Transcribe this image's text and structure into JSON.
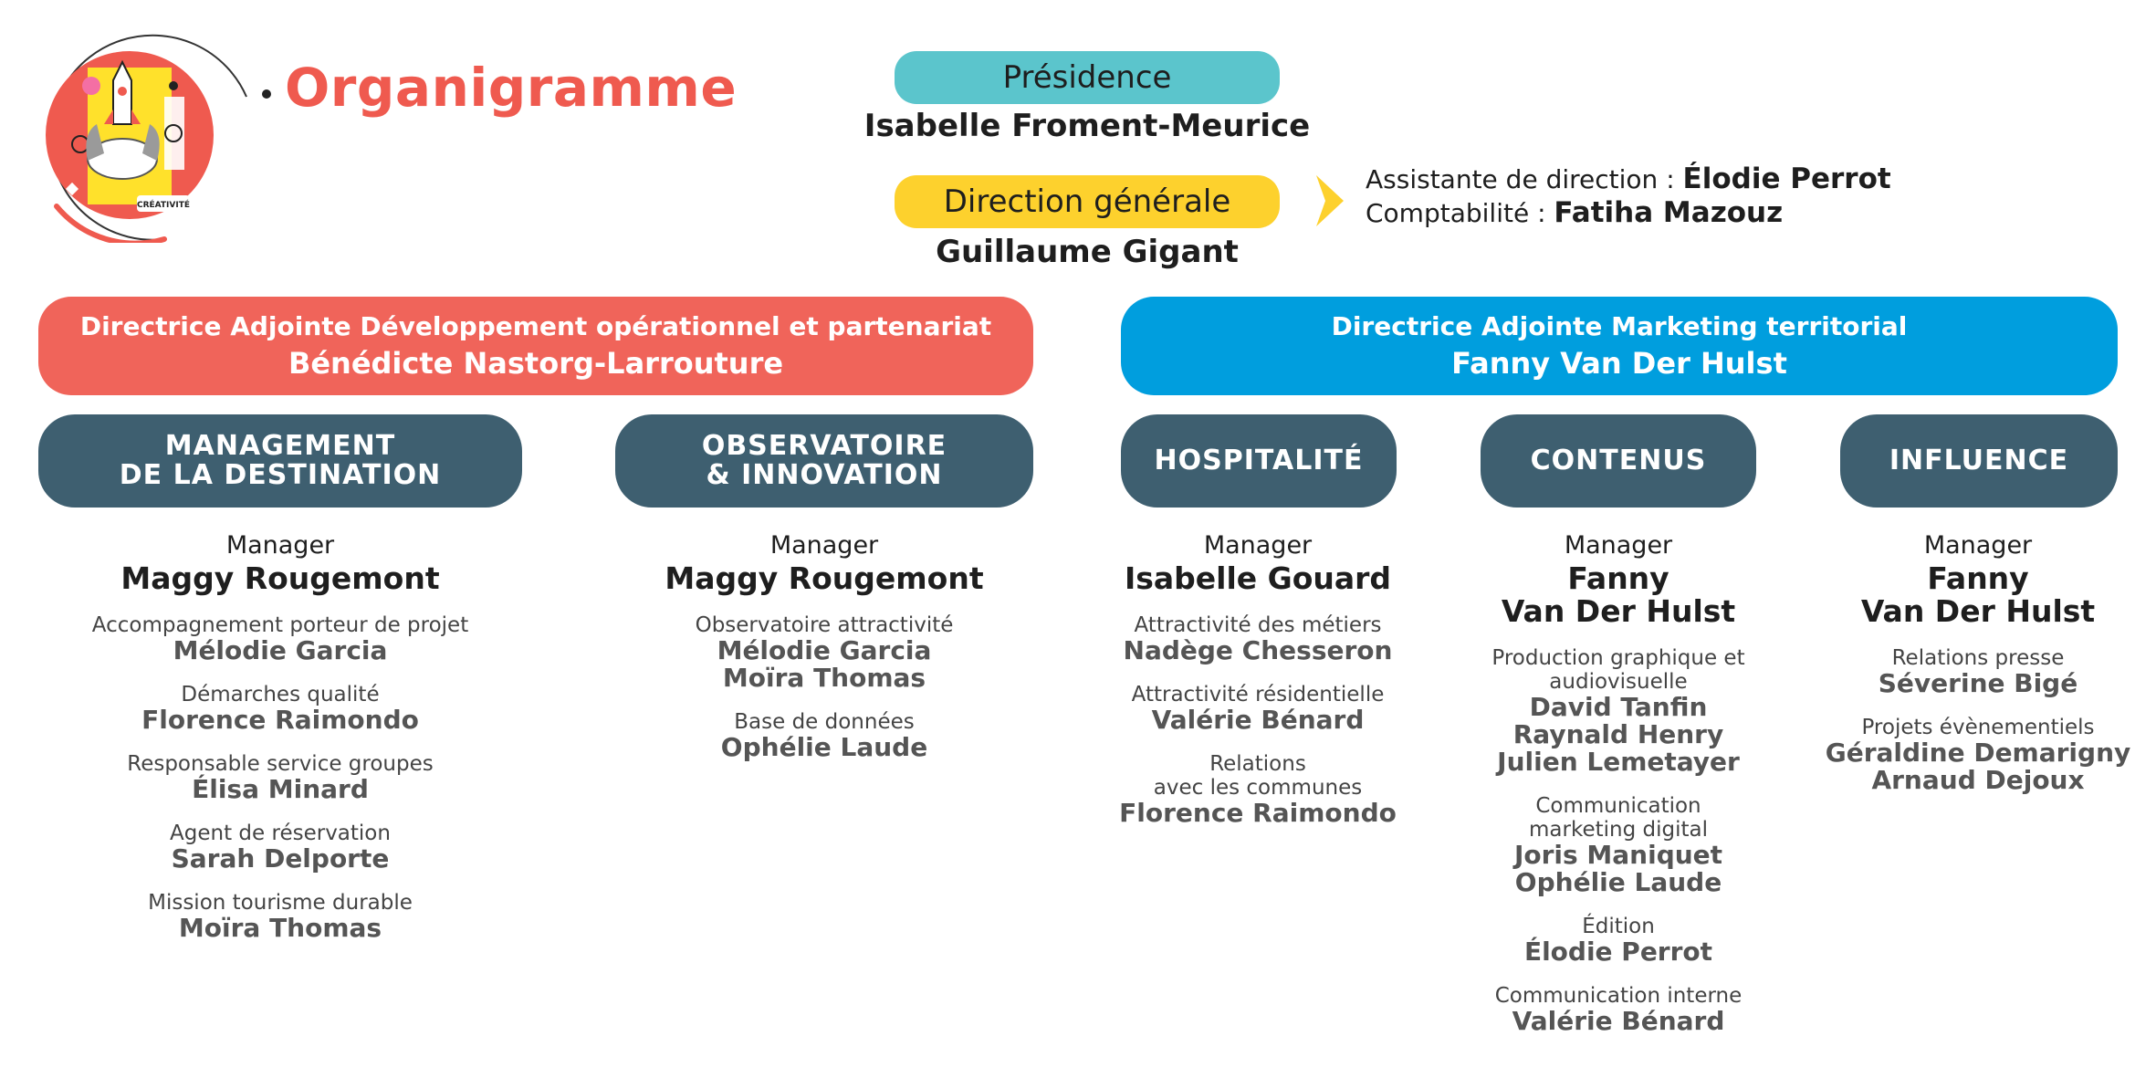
{
  "header": {
    "title": "Organigramme",
    "logo_badge_text": "CRÉATIVITÉ"
  },
  "presidence": {
    "label": "Présidence",
    "name": "Isabelle Froment-Meurice"
  },
  "direction": {
    "label": "Direction générale",
    "name": "Guillaume Gigant"
  },
  "assistants": [
    {
      "role": "Assistante de direction : ",
      "name": "Élodie Perrot"
    },
    {
      "role": "Comptabilité : ",
      "name": "Fatiha Mazouz"
    }
  ],
  "branches": [
    {
      "title": "Directrice Adjointe Développement opérationnel et partenariat",
      "name": "Bénédicte Nastorg-Larrouture"
    },
    {
      "title": "Directrice Adjointe Marketing territorial",
      "name": "Fanny Van Der Hulst"
    }
  ],
  "departments": [
    {
      "title_lines": [
        "MANAGEMENT",
        "DE LA DESTINATION"
      ],
      "manager_label": "Manager",
      "manager_lines": [
        "Maggy Rougemont"
      ],
      "roles": [
        {
          "label_lines": [
            "Accompagnement porteur de projet"
          ],
          "names": [
            "Mélodie Garcia"
          ]
        },
        {
          "label_lines": [
            "Démarches qualité"
          ],
          "names": [
            "Florence Raimondo"
          ]
        },
        {
          "label_lines": [
            "Responsable service groupes"
          ],
          "names": [
            "Élisa Minard"
          ]
        },
        {
          "label_lines": [
            "Agent de réservation"
          ],
          "names": [
            "Sarah Delporte"
          ]
        },
        {
          "label_lines": [
            "Mission tourisme durable"
          ],
          "names": [
            "Moïra Thomas"
          ]
        }
      ]
    },
    {
      "title_lines": [
        "OBSERVATOIRE",
        "& INNOVATION"
      ],
      "manager_label": "Manager",
      "manager_lines": [
        "Maggy Rougemont"
      ],
      "roles": [
        {
          "label_lines": [
            "Observatoire attractivité"
          ],
          "names": [
            "Mélodie Garcia",
            "Moïra Thomas"
          ]
        },
        {
          "label_lines": [
            "Base de données"
          ],
          "names": [
            "Ophélie Laude"
          ]
        }
      ]
    },
    {
      "title_lines": [
        "HOSPITALITÉ"
      ],
      "manager_label": "Manager",
      "manager_lines": [
        "Isabelle Gouard"
      ],
      "roles": [
        {
          "label_lines": [
            "Attractivité des métiers"
          ],
          "names": [
            "Nadège Chesseron"
          ]
        },
        {
          "label_lines": [
            "Attractivité résidentielle"
          ],
          "names": [
            "Valérie Bénard"
          ]
        },
        {
          "label_lines": [
            "Relations",
            "avec les communes"
          ],
          "names": [
            "Florence Raimondo"
          ]
        }
      ]
    },
    {
      "title_lines": [
        "CONTENUS"
      ],
      "manager_label": "Manager",
      "manager_lines": [
        "Fanny",
        "Van Der Hulst"
      ],
      "roles": [
        {
          "label_lines": [
            "Production graphique et",
            "audiovisuelle"
          ],
          "names": [
            "David Tanfin",
            "Raynald Henry",
            "Julien Lemetayer"
          ]
        },
        {
          "label_lines": [
            "Communication",
            "marketing digital"
          ],
          "names": [
            "Joris Maniquet",
            "Ophélie Laude"
          ]
        },
        {
          "label_lines": [
            "Édition"
          ],
          "names": [
            "Élodie Perrot"
          ]
        },
        {
          "label_lines": [
            "Communication interne"
          ],
          "names": [
            "Valérie Bénard"
          ]
        }
      ]
    },
    {
      "title_lines": [
        "INFLUENCE"
      ],
      "manager_label": "Manager",
      "manager_lines": [
        "Fanny",
        "Van Der Hulst"
      ],
      "roles": [
        {
          "label_lines": [
            "Relations presse"
          ],
          "names": [
            "Séverine Bigé"
          ]
        },
        {
          "label_lines": [
            "Projets évènementiels"
          ],
          "names": [
            "Géraldine Demarigny",
            "Arnaud Dejoux"
          ]
        }
      ]
    }
  ],
  "colors": {
    "title": "#ef5a4f",
    "presidence": "#5bc5cc",
    "direction": "#fdd12d",
    "branch_left": "#f0645a",
    "branch_right": "#009ede",
    "department": "#3e5f70"
  }
}
